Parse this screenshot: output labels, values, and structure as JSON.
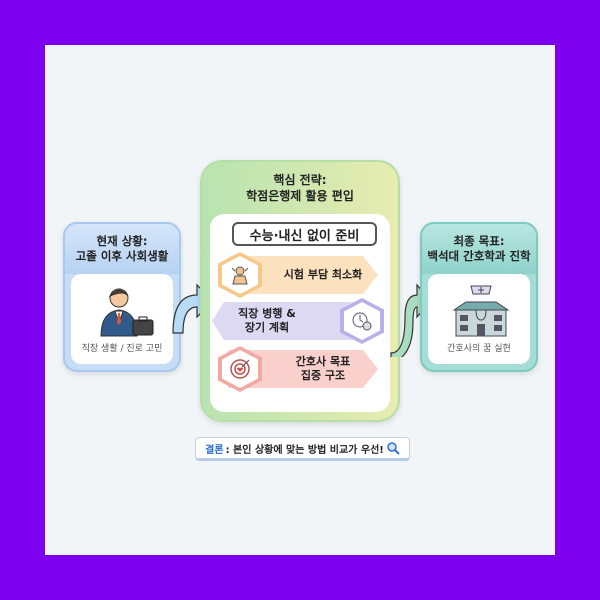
{
  "left_card": {
    "title_line1": "현재 상황:",
    "title_line2": "고졸 이후 사회생활",
    "caption": "직장 생활 / 진로 고민",
    "icon": "office-worker-icon"
  },
  "center": {
    "title_line1": "핵심 전략:",
    "title_line2": "학점은행제 활용 편입",
    "pill": "수능·내신 없이 준비",
    "items": [
      {
        "line1": "시험 부담 최소화",
        "line2": "",
        "icon": "relaxed-person-icon"
      },
      {
        "line1": "직장 병행 &",
        "line2": "장기 계획",
        "icon": "clock-gear-icon"
      },
      {
        "line1": "간호사 목표",
        "line2": "집중 구조",
        "icon": "target-heart-icon"
      }
    ]
  },
  "right_card": {
    "title_line1": "최종 목표:",
    "title_line2": "백석대 간호학과 진학",
    "caption": "간호사의 꿈 실현",
    "icon": "hospital-icon"
  },
  "conclusion": {
    "keyword": "결론",
    "text": ": 본인 상황에 맞는 방법 비교가 우선!",
    "icon": "magnifier-icon"
  },
  "colors": {
    "frame": "#7f00f0",
    "left_accent": "#b6d2f2",
    "center_accent": "#b8e3b0",
    "right_accent": "#8fd3ca"
  }
}
